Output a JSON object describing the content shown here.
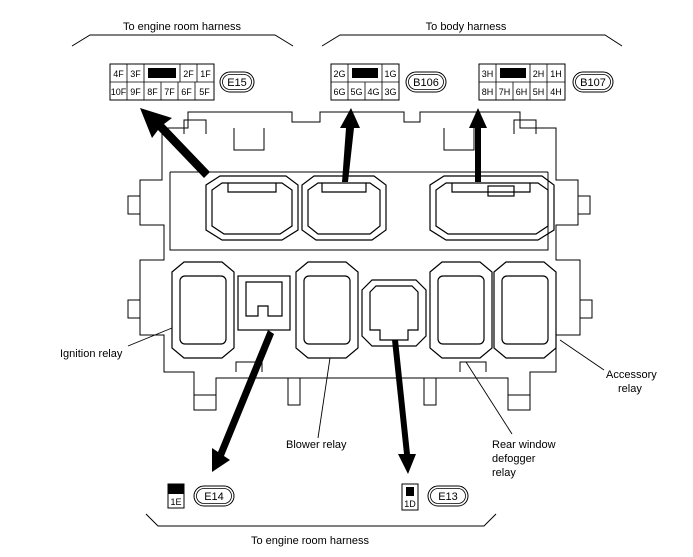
{
  "top_labels": {
    "engine_room": "To engine room harness",
    "body": "To body harness"
  },
  "bottom_label": "To engine room harness",
  "connectors": {
    "e15": {
      "id": "E15",
      "row1": [
        "4F",
        "3F",
        "",
        "2F",
        "1F"
      ],
      "row2": [
        "10F",
        "9F",
        "8F",
        "7F",
        "6F",
        "5F"
      ]
    },
    "b106": {
      "id": "B106",
      "row1": [
        "2G",
        "",
        "1G"
      ],
      "row2": [
        "6G",
        "5G",
        "4G",
        "3G"
      ]
    },
    "b107": {
      "id": "B107",
      "row1": [
        "3H",
        "",
        "2H",
        "1H"
      ],
      "row2": [
        "8H",
        "7H",
        "6H",
        "5H",
        "4H"
      ]
    },
    "e14": {
      "id": "E14",
      "pin": "1E"
    },
    "e13": {
      "id": "E13",
      "pin": "1D"
    }
  },
  "relays": {
    "ignition": "Ignition relay",
    "blower": "Blower relay",
    "rear_window_line1": "Rear window",
    "rear_window_line2": "defogger",
    "rear_window_line3": "relay",
    "accessory_line1": "Accessory",
    "accessory_line2": "relay"
  }
}
